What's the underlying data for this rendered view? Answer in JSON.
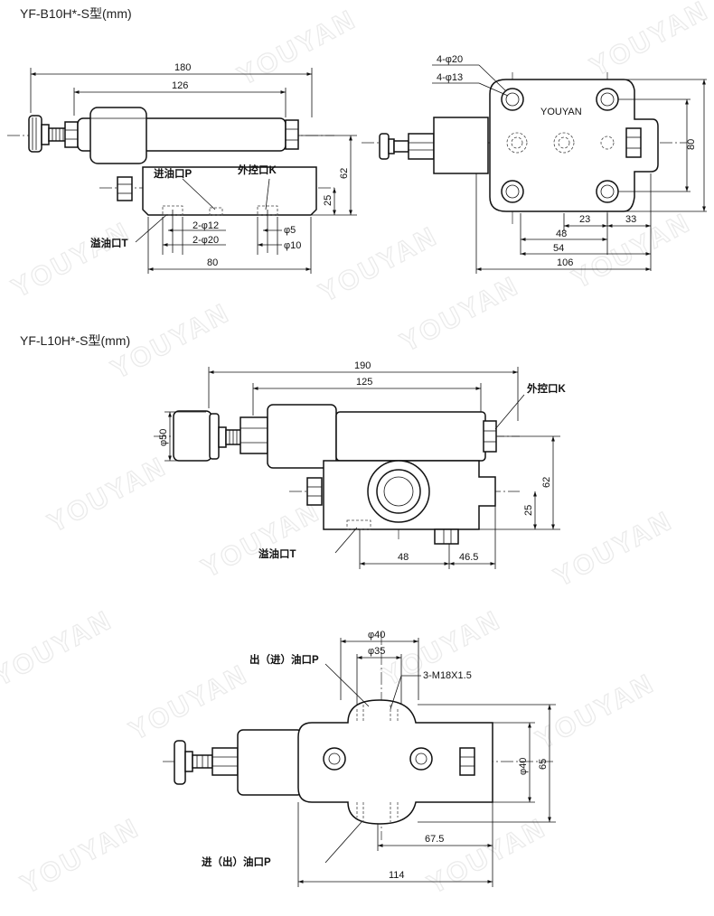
{
  "titles": {
    "b10": "YF-B10H*-S型(mm)",
    "l10": "YF-L10H*-S型(mm)"
  },
  "watermark": "YOUYAN",
  "brand_on_plate": "YOUYAN",
  "dims": {
    "b_side": {
      "d180": "180",
      "d126": "126",
      "d62": "62",
      "d25": "25",
      "d80": "80",
      "p12": "2-φ12",
      "p20": "2-φ20",
      "p5": "φ5",
      "p10": "φ10"
    },
    "b_side_labels": {
      "inlet": "进油口P",
      "ext_ctrl": "外控口K",
      "overflow": "溢油口T"
    },
    "b_top": {
      "h20": "4-φ20",
      "h13": "4-φ13",
      "d80": "80",
      "d23": "23",
      "d33": "33",
      "d48": "48",
      "d54": "54",
      "d106": "106"
    },
    "l_front": {
      "d190": "190",
      "d125": "125",
      "phi50": "φ50",
      "d62": "62",
      "d25": "25",
      "d48": "48",
      "d46": "46.5"
    },
    "l_front_labels": {
      "ext_ctrl": "外控口K",
      "overflow": "溢油口T"
    },
    "l_top": {
      "phi40a": "φ40",
      "phi35": "φ35",
      "thread": "3-M18X1.5",
      "phi40b": "φ40",
      "d65": "65",
      "d67": "67.5",
      "d114": "114"
    },
    "l_top_labels": {
      "out_in": "出（进）油口P",
      "in_out": "进（出）油口P"
    }
  }
}
